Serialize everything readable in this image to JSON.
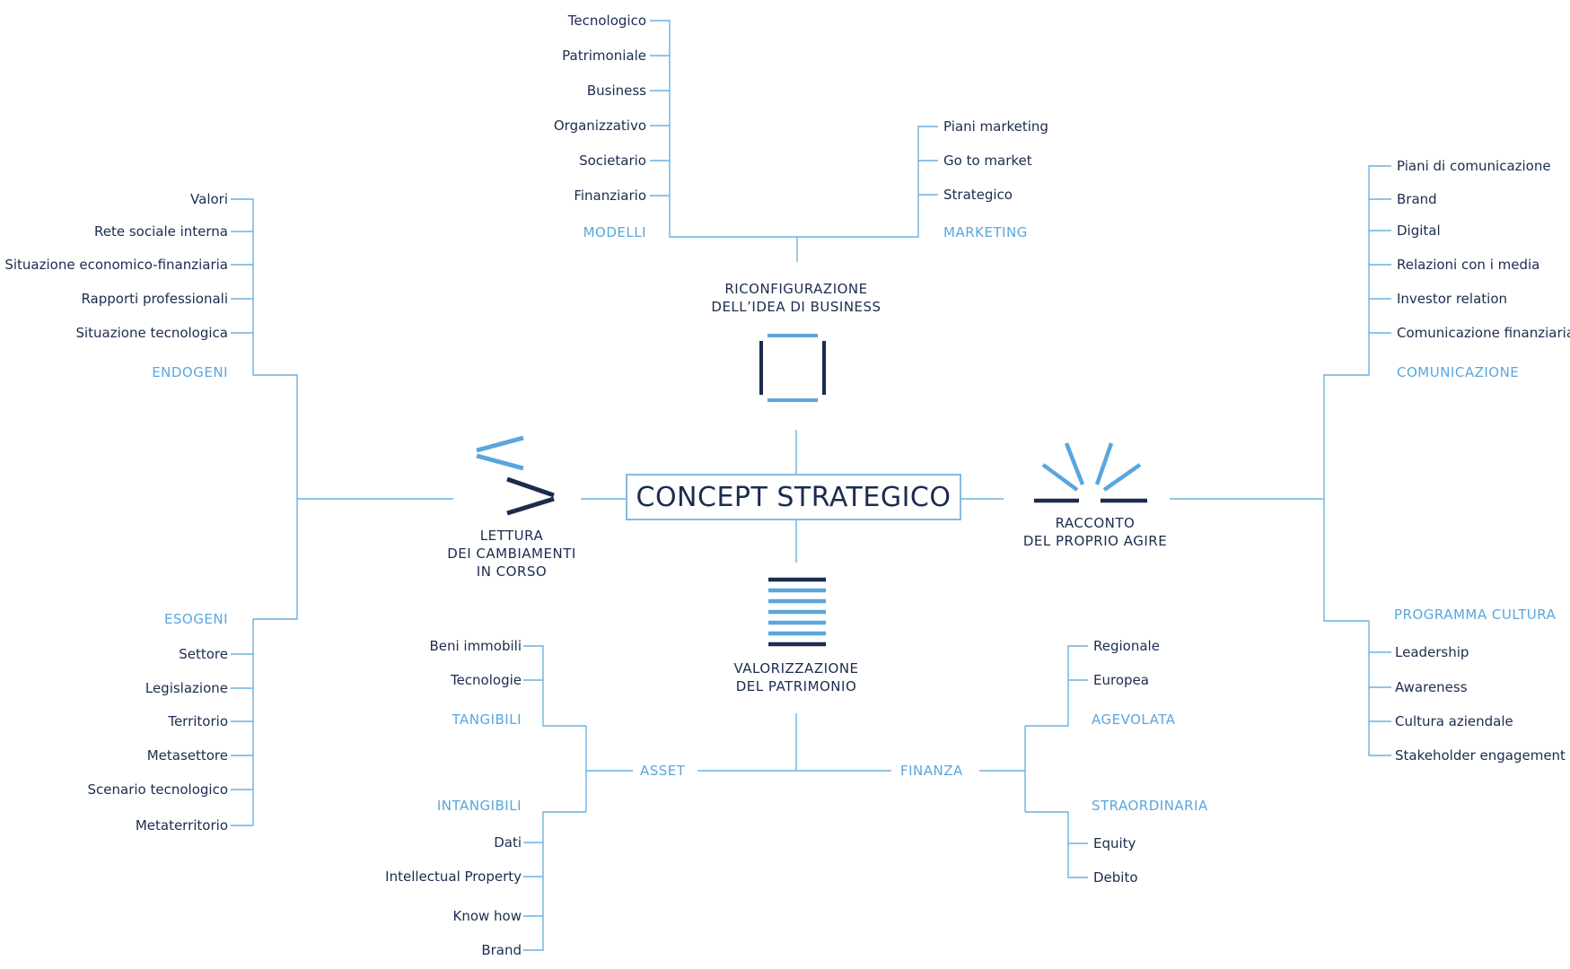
{
  "center": "CONCEPT STRATEGICO",
  "hubs": {
    "top": [
      "RICONFIGURAZIONE",
      "DELL’IDEA DI BUSINESS"
    ],
    "left": [
      "LETTURA",
      "DEI CAMBIAMENTI",
      "IN CORSO"
    ],
    "right": [
      "RACCONTO",
      "DEL PROPRIO AGIRE"
    ],
    "bottom": [
      "VALORIZZAZIONE",
      "DEL PATRIMONIO"
    ]
  },
  "top": {
    "modelli": {
      "label": "MODELLI",
      "items": [
        "Tecnologico",
        "Patrimoniale",
        "Business",
        "Organizzativo",
        "Societario",
        "Finanziario"
      ]
    },
    "marketing": {
      "label": "MARKETING",
      "items": [
        "Piani marketing",
        "Go to market",
        "Strategico"
      ]
    }
  },
  "left": {
    "endogeni": {
      "label": "ENDOGENI",
      "items": [
        "Valori",
        "Rete sociale interna",
        "Situazione economico-finanziaria",
        "Rapporti professionali",
        "Situazione tecnologica"
      ]
    },
    "esogeni": {
      "label": "ESOGENI",
      "items": [
        "Settore",
        "Legislazione",
        "Territorio",
        "Metasettore",
        "Scenario tecnologico",
        "Metaterritorio"
      ]
    }
  },
  "right": {
    "comunicazione": {
      "label": "COMUNICAZIONE",
      "items": [
        "Piani di comunicazione",
        "Brand",
        "Digital",
        "Relazioni con i media",
        "Investor relation",
        "Comunicazione finanziaria"
      ]
    },
    "cultura": {
      "label": "PROGRAMMA CULTURA",
      "items": [
        "Leadership",
        "Awareness",
        "Cultura aziendale",
        "Stakeholder engagement"
      ]
    }
  },
  "bottom": {
    "asset": {
      "label": "ASSET",
      "tangibili": {
        "label": "TANGIBILI",
        "items": [
          "Beni immobili",
          "Tecnologie"
        ]
      },
      "intangibili": {
        "label": "INTANGIBILI",
        "items": [
          "Dati",
          "Intellectual Property",
          "Know how",
          "Brand"
        ]
      }
    },
    "finanza": {
      "label": "FINANZA",
      "agevolata": {
        "label": "AGEVOLATA",
        "items": [
          "Regionale",
          "Europea"
        ]
      },
      "straordinaria": {
        "label": "STRAORDINARIA",
        "items": [
          "Equity",
          "Debito"
        ]
      }
    }
  },
  "colors": {
    "line": "#5aa6dd",
    "dark": "#1b2c4e",
    "light": "#5aa6dd"
  }
}
